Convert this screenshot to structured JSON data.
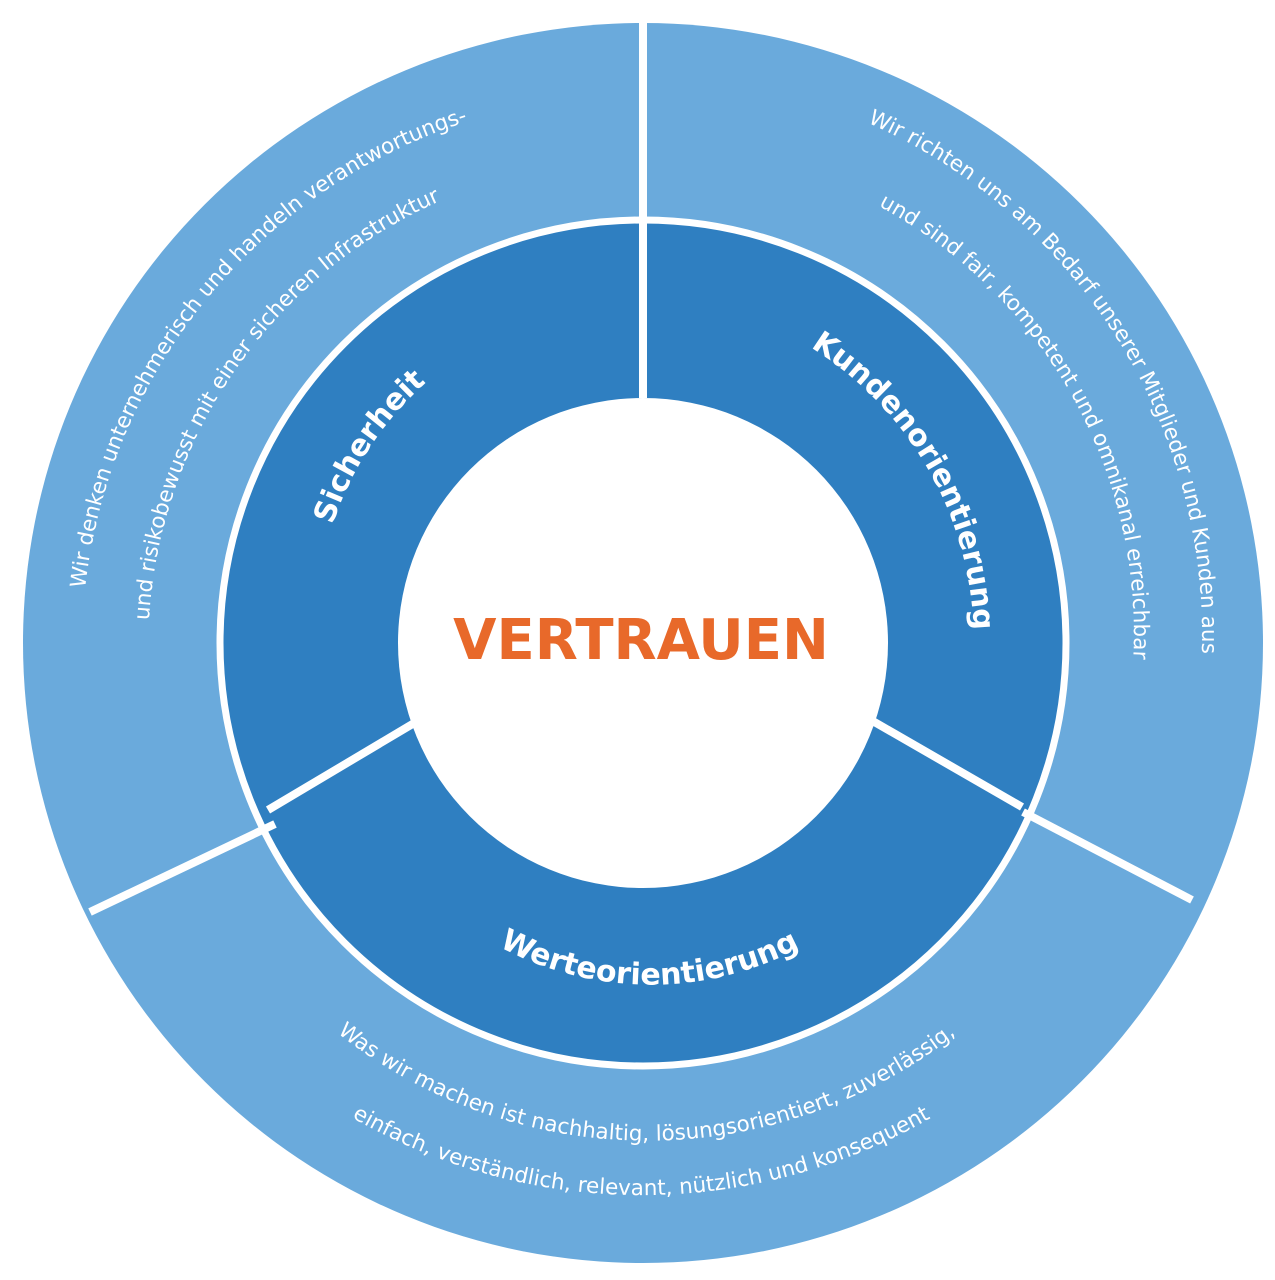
{
  "center": {
    "title": "VERTRAUEN"
  },
  "sectors": {
    "sicherheit": {
      "title": "Sicherheit",
      "line1": "Wir denken unternehmerisch und handeln verantwortungs-",
      "line2": "und risikobewusst mit einer sicheren Infrastruktur"
    },
    "kundenorientierung": {
      "title": "Kundenorientierung",
      "line1": "Wir richten uns am Bedarf unserer Mitglieder und Kunden aus",
      "line2": "und sind fair, kompetent und omnikanal erreichbar"
    },
    "werteorientierung": {
      "title": "Werteorientierung",
      "line1": "Was wir machen ist nachhaltig, lösungsorientiert, zuverlässig,",
      "line2": "einfach, verständlich, relevant, nützlich und konsequent"
    }
  },
  "colors": {
    "outer_ring": "#6aaadc",
    "inner_ring": "#2f7fc1",
    "center": "#ffffff",
    "center_text": "#e8692a",
    "ring_text": "#ffffff",
    "divider": "#ffffff"
  }
}
